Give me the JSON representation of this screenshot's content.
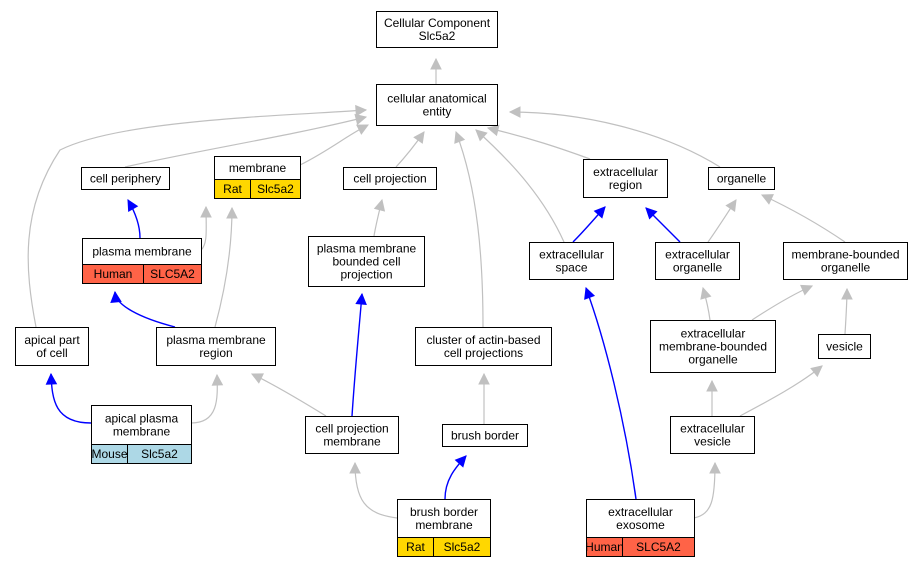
{
  "colors": {
    "human": "#ff6347",
    "rat": "#ffd700",
    "mouse": "#add8e6",
    "edge_isa": "#c0c0c0",
    "edge_partof": "#0000ff"
  },
  "nodes": [
    {
      "id": "root",
      "lines": [
        "Cellular Component",
        "Slc5a2"
      ]
    },
    {
      "id": "cae",
      "lines": [
        "cellular anatomical",
        "entity"
      ]
    },
    {
      "id": "cellperiph",
      "lines": [
        "cell periphery"
      ]
    },
    {
      "id": "membrane",
      "lines": [
        "membrane"
      ],
      "species": [
        "Rat",
        "Slc5a2"
      ],
      "species_color": "rat"
    },
    {
      "id": "cellproj",
      "lines": [
        "cell projection"
      ]
    },
    {
      "id": "ecregion",
      "lines": [
        "extracellular",
        "region"
      ]
    },
    {
      "id": "organelle",
      "lines": [
        "organelle"
      ]
    },
    {
      "id": "pm",
      "lines": [
        "plasma membrane"
      ],
      "species": [
        "Human",
        "SLC5A2"
      ],
      "species_color": "human"
    },
    {
      "id": "pmbcp",
      "lines": [
        "plasma membrane",
        "bounded cell",
        "projection"
      ]
    },
    {
      "id": "ecspace",
      "lines": [
        "extracellular",
        "space"
      ]
    },
    {
      "id": "ecorg",
      "lines": [
        "extracellular",
        "organelle"
      ]
    },
    {
      "id": "mbo",
      "lines": [
        "membrane-bounded",
        "organelle"
      ]
    },
    {
      "id": "apical",
      "lines": [
        "apical part",
        "of cell"
      ]
    },
    {
      "id": "pmr",
      "lines": [
        "plasma membrane",
        "region"
      ]
    },
    {
      "id": "cabcp",
      "lines": [
        "cluster of actin-based",
        "cell projections"
      ]
    },
    {
      "id": "ecmbo",
      "lines": [
        "extracellular",
        "membrane-bounded",
        "organelle"
      ]
    },
    {
      "id": "vesicle",
      "lines": [
        "vesicle"
      ]
    },
    {
      "id": "apm",
      "lines": [
        "apical plasma",
        "membrane"
      ],
      "species": [
        "Mouse",
        "Slc5a2"
      ],
      "species_color": "mouse"
    },
    {
      "id": "cpm",
      "lines": [
        "cell projection",
        "membrane"
      ]
    },
    {
      "id": "bb",
      "lines": [
        "brush border"
      ]
    },
    {
      "id": "ecves",
      "lines": [
        "extracellular",
        "vesicle"
      ]
    },
    {
      "id": "bbm",
      "lines": [
        "brush border",
        "membrane"
      ],
      "species": [
        "Rat",
        "Slc5a2"
      ],
      "species_color": "rat"
    },
    {
      "id": "exo",
      "lines": [
        "extracellular",
        "exosome"
      ],
      "species": [
        "Human",
        "SLC5A2"
      ],
      "species_color": "human"
    }
  ],
  "edges": [
    {
      "from": "cae",
      "to": "root",
      "type": "is_a"
    },
    {
      "from": "cellperiph",
      "to": "cae",
      "type": "is_a"
    },
    {
      "from": "membrane",
      "to": "cae",
      "type": "is_a"
    },
    {
      "from": "cellproj",
      "to": "cae",
      "type": "is_a"
    },
    {
      "from": "ecregion",
      "to": "cae",
      "type": "is_a"
    },
    {
      "from": "organelle",
      "to": "cae",
      "type": "is_a"
    },
    {
      "from": "apical",
      "to": "cae",
      "type": "is_a"
    },
    {
      "from": "cabcp",
      "to": "cae",
      "type": "is_a"
    },
    {
      "from": "ecspace",
      "to": "cae",
      "type": "is_a"
    },
    {
      "from": "pm",
      "to": "cellperiph",
      "type": "part_of"
    },
    {
      "from": "pm",
      "to": "membrane",
      "type": "is_a"
    },
    {
      "from": "pmbcp",
      "to": "cellproj",
      "type": "is_a"
    },
    {
      "from": "ecspace",
      "to": "ecregion",
      "type": "part_of"
    },
    {
      "from": "ecorg",
      "to": "ecregion",
      "type": "part_of"
    },
    {
      "from": "ecorg",
      "to": "organelle",
      "type": "is_a"
    },
    {
      "from": "mbo",
      "to": "organelle",
      "type": "is_a"
    },
    {
      "from": "pmr",
      "to": "pm",
      "type": "part_of"
    },
    {
      "from": "pmr",
      "to": "membrane",
      "type": "is_a"
    },
    {
      "from": "ecmbo",
      "to": "ecorg",
      "type": "is_a"
    },
    {
      "from": "ecmbo",
      "to": "mbo",
      "type": "is_a"
    },
    {
      "from": "vesicle",
      "to": "mbo",
      "type": "is_a"
    },
    {
      "from": "apm",
      "to": "apical",
      "type": "part_of"
    },
    {
      "from": "apm",
      "to": "pmr",
      "type": "is_a"
    },
    {
      "from": "cpm",
      "to": "pmr",
      "type": "is_a"
    },
    {
      "from": "cpm",
      "to": "pmbcp",
      "type": "part_of"
    },
    {
      "from": "bb",
      "to": "cabcp",
      "type": "is_a"
    },
    {
      "from": "ecves",
      "to": "ecmbo",
      "type": "is_a"
    },
    {
      "from": "ecves",
      "to": "vesicle",
      "type": "is_a"
    },
    {
      "from": "bbm",
      "to": "cpm",
      "type": "is_a"
    },
    {
      "from": "bbm",
      "to": "bb",
      "type": "part_of"
    },
    {
      "from": "exo",
      "to": "ecspace",
      "type": "part_of"
    },
    {
      "from": "exo",
      "to": "ecves",
      "type": "is_a"
    }
  ]
}
